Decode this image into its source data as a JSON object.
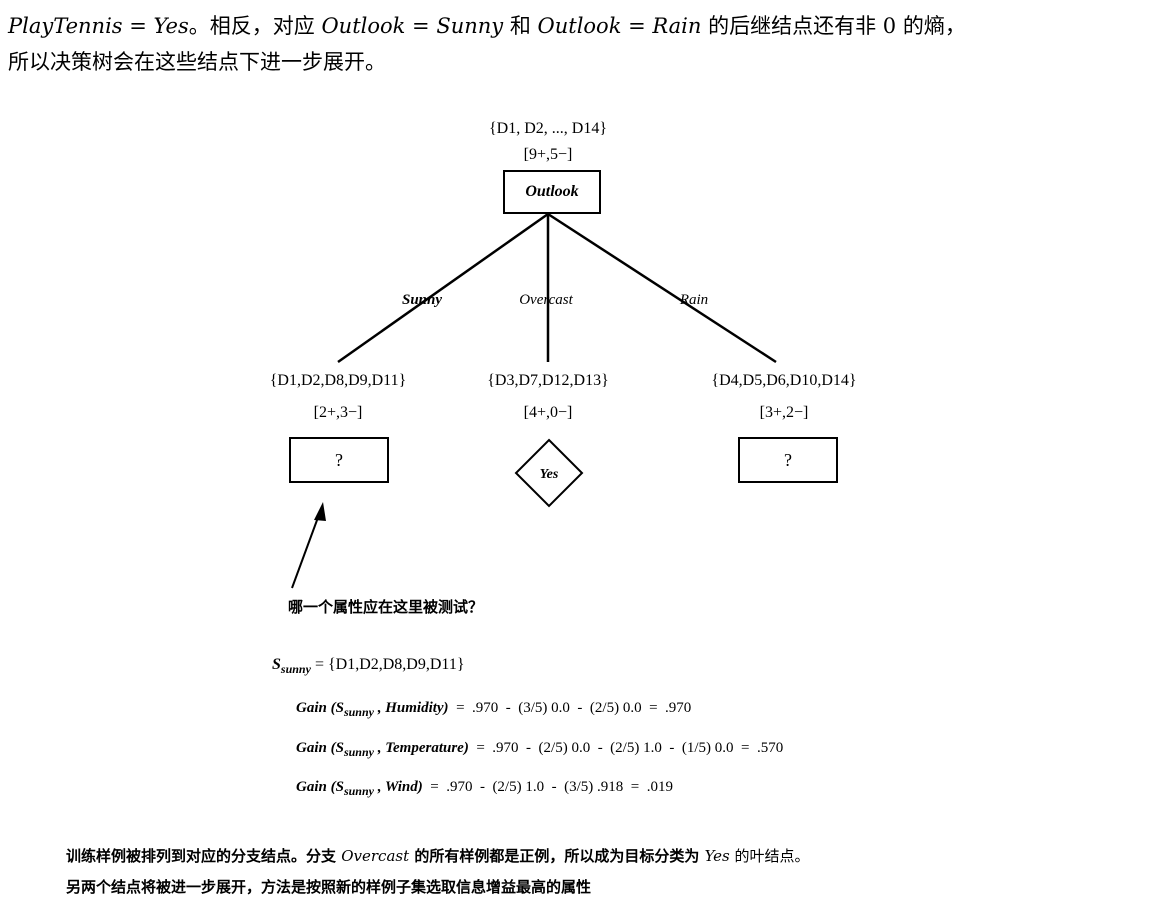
{
  "intro": {
    "line1_a": "PlayTennis = Yes",
    "line1_b": "。相反，对应 ",
    "line1_c": "Outlook = Sunny",
    "line1_d": " 和 ",
    "line1_e": "Outlook = Rain",
    "line1_f": " 的后继结点还有非 0 的熵，",
    "line2": "所以决策树会在这些结点下进一步展开。"
  },
  "tree": {
    "root": {
      "set": "{D1, D2, ..., D14}",
      "counts": "[9+,5−]",
      "attribute": "Outlook"
    },
    "branches": [
      "Sunny",
      "Overcast",
      "Rain"
    ],
    "children": [
      {
        "set": "{D1,D2,D8,D9,D11}",
        "counts": "[2+,3−]",
        "node": "?"
      },
      {
        "set": "{D3,D7,D12,D13}",
        "counts": "[4+,0−]",
        "node": "Yes"
      },
      {
        "set": "{D4,D5,D6,D10,D14}",
        "counts": "[3+,2−]",
        "node": "?"
      }
    ],
    "question": "哪一个属性应在这里被测试？"
  },
  "formulas": {
    "s_lhs": "S",
    "s_sub": "sunny",
    "s_rhs": " = {D1,D2,D8,D9,D11}",
    "gains": [
      {
        "pre": "Gain (S",
        "sub": "sunny",
        "attr": " , Humidity)",
        "expr": "  =  .970  -  (3/5) 0.0  -  (2/5) 0.0  =  .970"
      },
      {
        "pre": "Gain (S",
        "sub": "sunny",
        "attr": " , Temperature)",
        "expr": "  =  .970  -  (2/5) 0.0  -  (2/5) 1.0  -  (1/5) 0.0  =  .570"
      },
      {
        "pre": "Gain (S",
        "sub": "sunny",
        "attr": " , Wind)",
        "expr": "  =  .970  -  (2/5) 1.0  -  (3/5) .918  =  .019"
      }
    ]
  },
  "caption": {
    "line1_a": "训练样例被排列到对应的分支结点。分支 ",
    "line1_b": "Overcast",
    "line1_c": " 的所有样例都是正例，所以成为目标分类为 ",
    "line1_d": "Yes",
    "line1_e": " 的叶结点。",
    "line2": "另两个结点将被进一步展开，方法是按照新的样例子集选取信息增益最高的属性"
  }
}
